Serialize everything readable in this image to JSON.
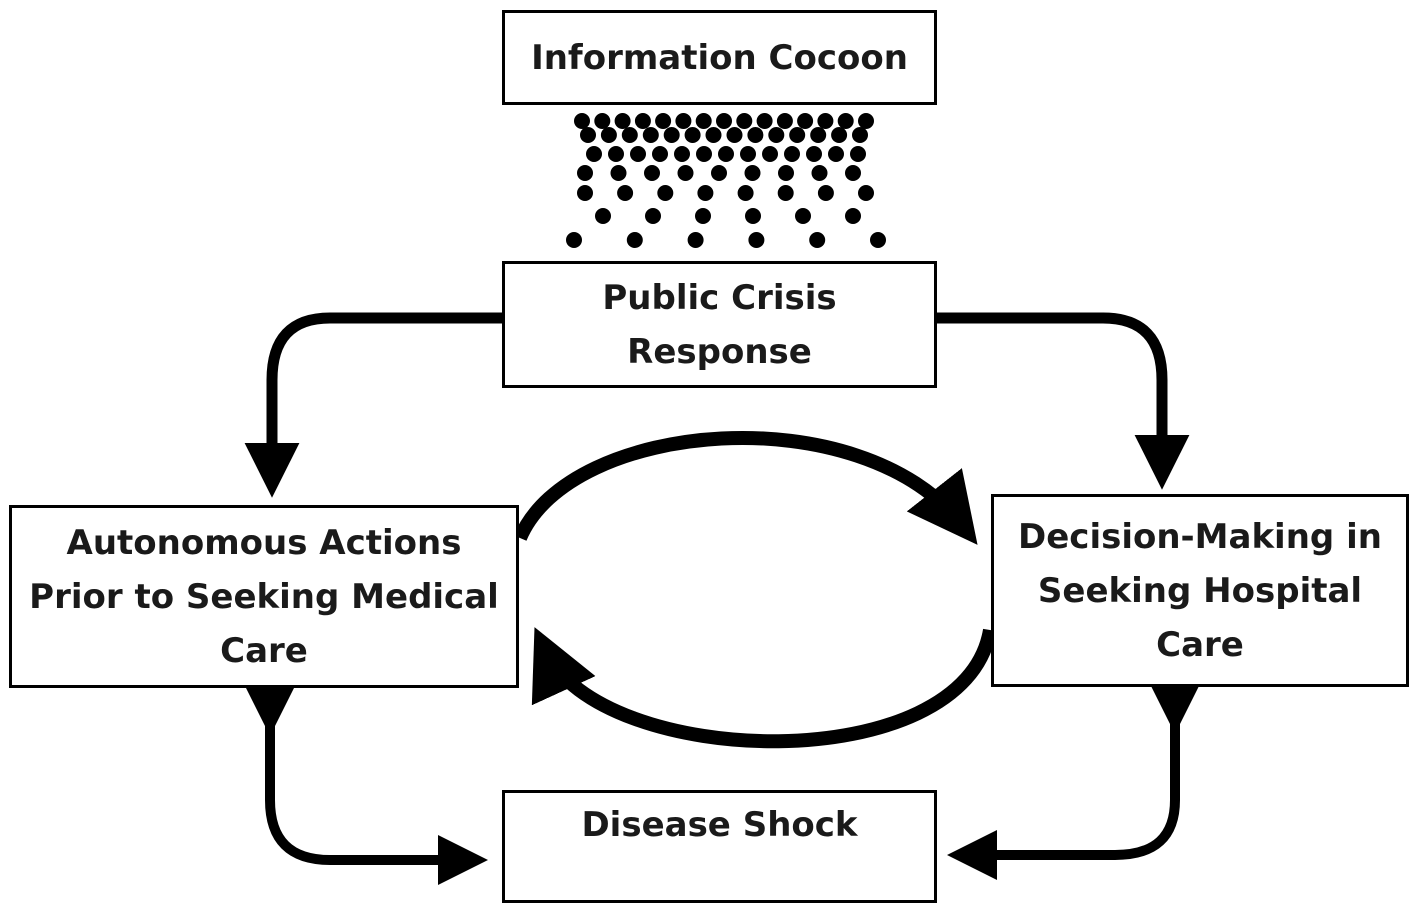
{
  "diagram": {
    "nodes": {
      "information_cocoon": {
        "label": "Information Cocoon"
      },
      "public_crisis_response": {
        "label": "Public Crisis Response"
      },
      "autonomous_actions": {
        "label": "Autonomous Actions Prior to Seeking Medical Care"
      },
      "decision_making": {
        "label": "Decision-Making in Seeking Hospital Care"
      },
      "disease_shock": {
        "label": "Disease Shock"
      }
    },
    "edges": [
      {
        "from": "information_cocoon",
        "to": "public_crisis_response",
        "style": "dots"
      },
      {
        "from": "public_crisis_response",
        "to": "autonomous_actions",
        "style": "arrow"
      },
      {
        "from": "public_crisis_response",
        "to": "decision_making",
        "style": "arrow"
      },
      {
        "from": "autonomous_actions",
        "to": "decision_making",
        "style": "curved-arrow"
      },
      {
        "from": "decision_making",
        "to": "autonomous_actions",
        "style": "curved-arrow"
      },
      {
        "from": "autonomous_actions",
        "to": "disease_shock",
        "style": "bidirectional-arrow"
      },
      {
        "from": "decision_making",
        "to": "disease_shock",
        "style": "bidirectional-arrow"
      }
    ],
    "colors": {
      "stroke": "#000000",
      "text": "#1a1a1a",
      "background": "#ffffff"
    }
  }
}
